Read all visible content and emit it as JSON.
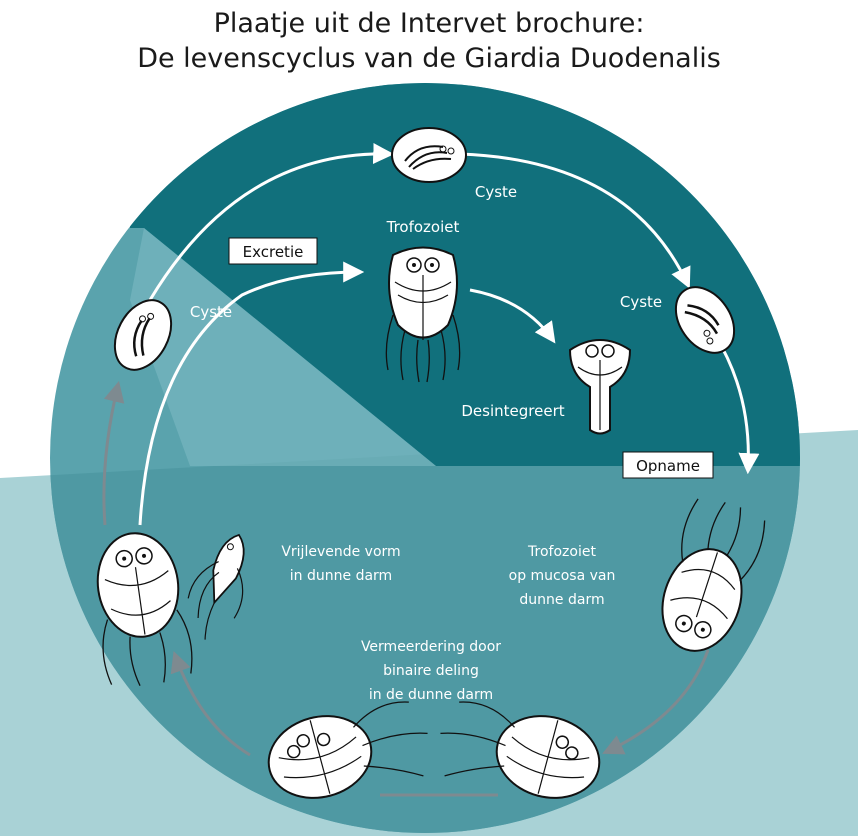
{
  "title": {
    "line1": "Plaatje uit de Intervet brochure:",
    "line2": "De levenscyclus van de Giardia Duodenalis"
  },
  "stages": {
    "cyste_top": "Cyste",
    "cyste_right": "Cyste",
    "cyste_left": "Cyste",
    "trofozoiet": "Trofozoiet",
    "desintegreert": "Desintegreert",
    "excretie": "Excretie",
    "opname": "Opname",
    "vrijlevend_l1": "Vrijlevende vorm",
    "vrijlevend_l2": "in dunne darm",
    "mucosa_l1": "Trofozoiet",
    "mucosa_l2": "op mucosa van",
    "mucosa_l3": "dunne darm",
    "deling_l1": "Vermeerdering door",
    "deling_l2": "binaire deling",
    "deling_l3": "in de dunne darm"
  },
  "colors": {
    "dark_teal": "#11707c",
    "light_teal": "#5aa3ad",
    "lighter_band": "#7fbcc4",
    "arrow_white": "#ffffff",
    "arrow_grey": "#7e8a90"
  }
}
